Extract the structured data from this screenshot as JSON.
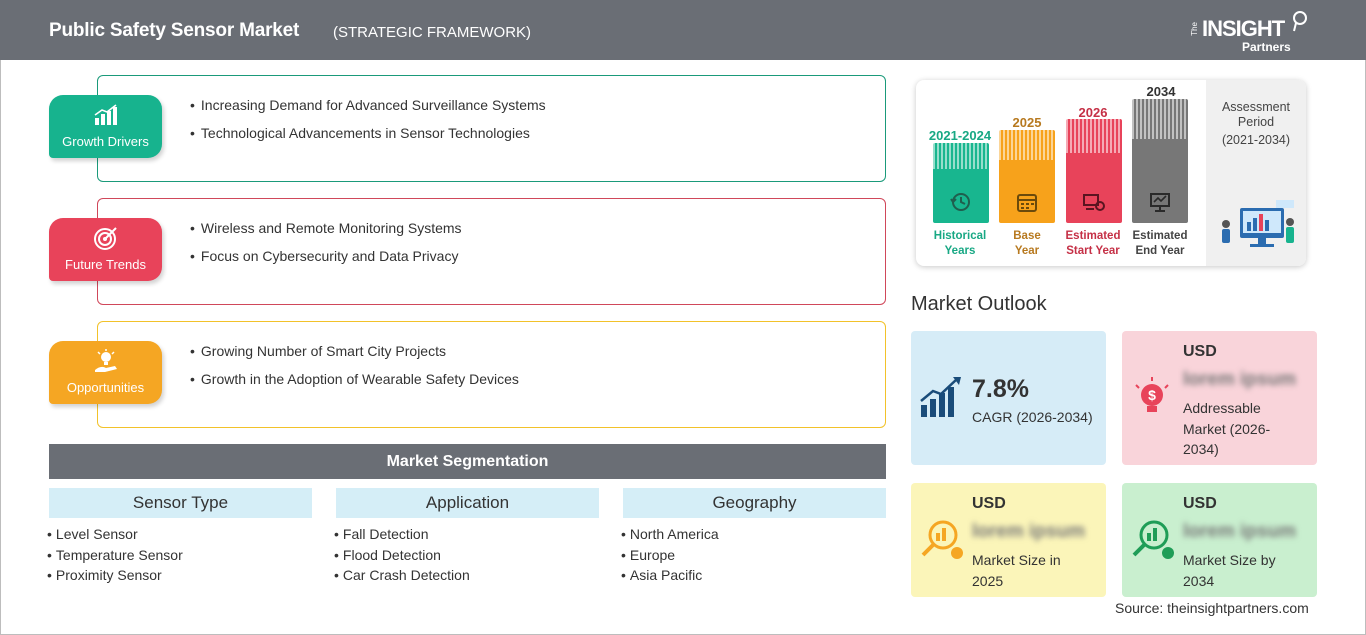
{
  "header": {
    "title": "Public Safety Sensor Market",
    "subtitle": "(STRATEGIC FRAMEWORK)",
    "logo": {
      "the": "The",
      "insight": "INSIGHT",
      "partners": "Partners"
    }
  },
  "framework": [
    {
      "badge": "Growth Drivers",
      "icon": "growth-chart-icon",
      "color": "#17b38e",
      "border": "#1a9a7a",
      "items": [
        "Increasing Demand for Advanced Surveillance Systems",
        "Technological Advancements in Sensor Technologies"
      ]
    },
    {
      "badge": "Future Trends",
      "icon": "target-icon",
      "color": "#e8435a",
      "border": "#d0475a",
      "items": [
        "Wireless and Remote Monitoring Systems",
        "Focus on Cybersecurity and Data Privacy"
      ]
    },
    {
      "badge": "Opportunities",
      "icon": "lightbulb-hand-icon",
      "color": "#f5a623",
      "border": "#f2c22a",
      "items": [
        "Growing Number of Smart City Projects",
        "Growth in the Adoption of Wearable Safety Devices"
      ]
    }
  ],
  "segmentation": {
    "title": "Market Segmentation",
    "columns": [
      {
        "heading": "Sensor Type",
        "items": [
          "Level Sensor",
          "Temperature Sensor",
          "Proximity Sensor"
        ]
      },
      {
        "heading": "Application",
        "items": [
          "Fall Detection",
          "Flood Detection",
          "Car Crash Detection"
        ]
      },
      {
        "heading": "Geography",
        "items": [
          "North America",
          "Europe",
          "Asia Pacific"
        ]
      }
    ]
  },
  "timeline": {
    "bars": [
      {
        "year": "2021-2024",
        "caption_1": "Historical",
        "caption_2": "Years",
        "color": "#18b68f",
        "icon": "history-icon"
      },
      {
        "year": "2025",
        "caption_1": "Base",
        "caption_2": "Year",
        "color": "#f7a21b",
        "icon": "calendar-icon"
      },
      {
        "year": "2026",
        "caption_1": "Estimated",
        "caption_2": "Start Year",
        "color": "#e8435a",
        "icon": "start-flag-icon"
      },
      {
        "year": "2034",
        "caption_1": "Estimated",
        "caption_2": "End Year",
        "color": "#777777",
        "icon": "end-monitor-icon"
      }
    ],
    "assessment_label": "Assessment Period",
    "assessment_range": "(2021-2034)"
  },
  "outlook": {
    "title": "Market Outlook",
    "cagr": {
      "value": "7.8%",
      "label": "CAGR (2026-2034)",
      "bg": "#d6ecf7"
    },
    "addressable": {
      "currency": "USD",
      "value": "lorem ipsum",
      "label": "Addressable Market (2026-2034)",
      "bg": "#f9d4da"
    },
    "size_2025": {
      "currency": "USD",
      "value": "lorem ipsum",
      "label": "Market Size in 2025",
      "bg": "#fbf5b9"
    },
    "size_2034": {
      "currency": "USD",
      "value": "lorem ipsum",
      "label": "Market Size by 2034",
      "bg": "#c9efcf"
    }
  },
  "source": "Source: theinsightpartners.com"
}
